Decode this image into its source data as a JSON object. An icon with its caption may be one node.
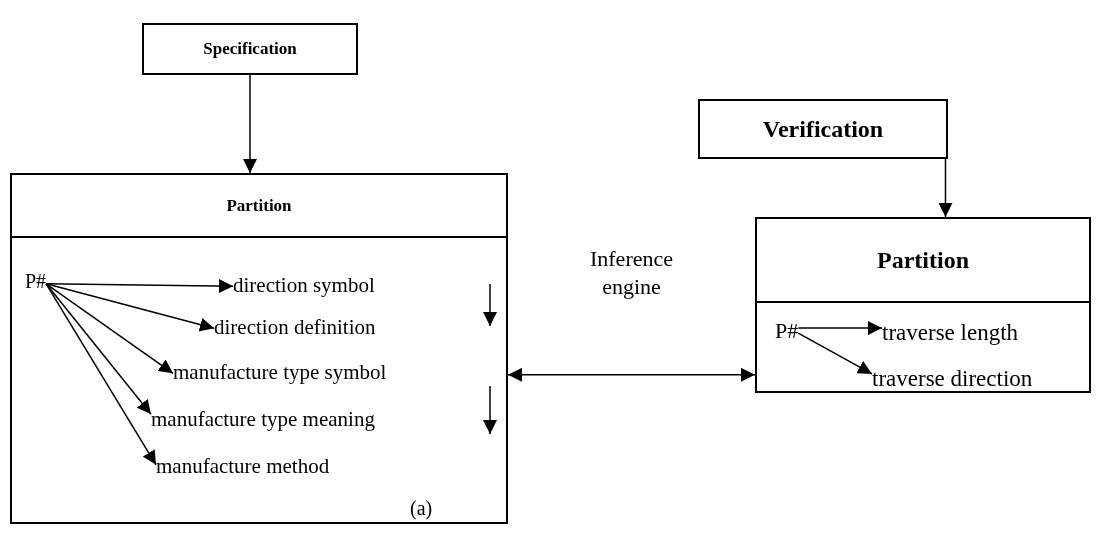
{
  "diagram": {
    "nodes": [
      {
        "text": [
          "Specification"
        ]
      },
      {
        "text": [
          "Partition"
        ]
      },
      {
        "text": [
          "P#"
        ],
        "in": 1
      },
      {
        "text": [
          "direction symbol"
        ],
        "in": 1
      },
      {
        "text": [
          "direction definition"
        ],
        "in": 1
      },
      {
        "text": [
          "manufacture type symbol"
        ],
        "in": 1
      },
      {
        "text": [
          "manufacture type meaning"
        ],
        "in": 1
      },
      {
        "text": [
          "manufacture method"
        ],
        "in": 1
      },
      {
        "text": [
          "Verification"
        ]
      },
      {
        "text": [
          "Partition"
        ]
      },
      {
        "text": [
          "P#"
        ],
        "in": 9
      },
      {
        "text": [
          "traverse length"
        ],
        "in": 9
      },
      {
        "text": [
          "traverse direction"
        ],
        "in": 9
      }
    ],
    "edges": [
      {
        "from": 0,
        "to": 1,
        "arrow": "to"
      },
      {
        "from": 8,
        "to": 9,
        "arrow": "to"
      },
      {
        "from": 1,
        "to": 9,
        "arrow": "both",
        "label": "Inference engine"
      },
      {
        "from": 2,
        "to": 3,
        "arrow": "to"
      },
      {
        "from": 2,
        "to": 4,
        "arrow": "to"
      },
      {
        "from": 2,
        "to": 5,
        "arrow": "to"
      },
      {
        "from": 2,
        "to": 6,
        "arrow": "to"
      },
      {
        "from": 2,
        "to": 7,
        "arrow": "to"
      },
      {
        "from": 10,
        "to": 11,
        "arrow": "to"
      },
      {
        "from": 10,
        "to": 12,
        "arrow": "to"
      }
    ],
    "labels": [
      "(a)"
    ]
  }
}
